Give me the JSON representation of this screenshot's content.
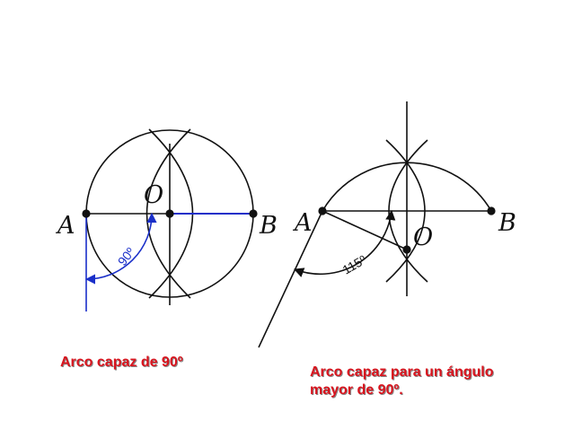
{
  "colors": {
    "ink": "#111111",
    "accent": "#1a2fc9",
    "caption": "#d9141e"
  },
  "figure_left": {
    "points": {
      "a": "A",
      "b": "B",
      "o": "O"
    },
    "angle_label": "90º",
    "caption": "Arco capaz de 90º"
  },
  "figure_right": {
    "points": {
      "a": "A",
      "b": "B",
      "o": "O"
    },
    "angle_label": "115º",
    "caption_line1": "Arco capaz para un ángulo",
    "caption_line2": "mayor de 90º."
  }
}
